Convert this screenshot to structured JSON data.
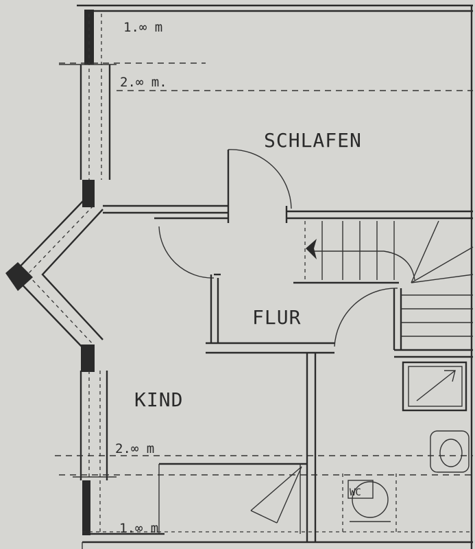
{
  "rooms": {
    "schlafen": "SCHLAFEN",
    "flur": "FLUR",
    "kind": "KIND"
  },
  "dimensions": {
    "top_1m": "1.∞ m",
    "top_2m": "2.∞ m.",
    "bottom_2m": "2.∞ m",
    "bottom_1m": "1.∞ m"
  },
  "fixtures": {
    "wc_label": "WC"
  },
  "colors": {
    "paper": "#d6d6d2",
    "ink": "#2b2b2b"
  }
}
